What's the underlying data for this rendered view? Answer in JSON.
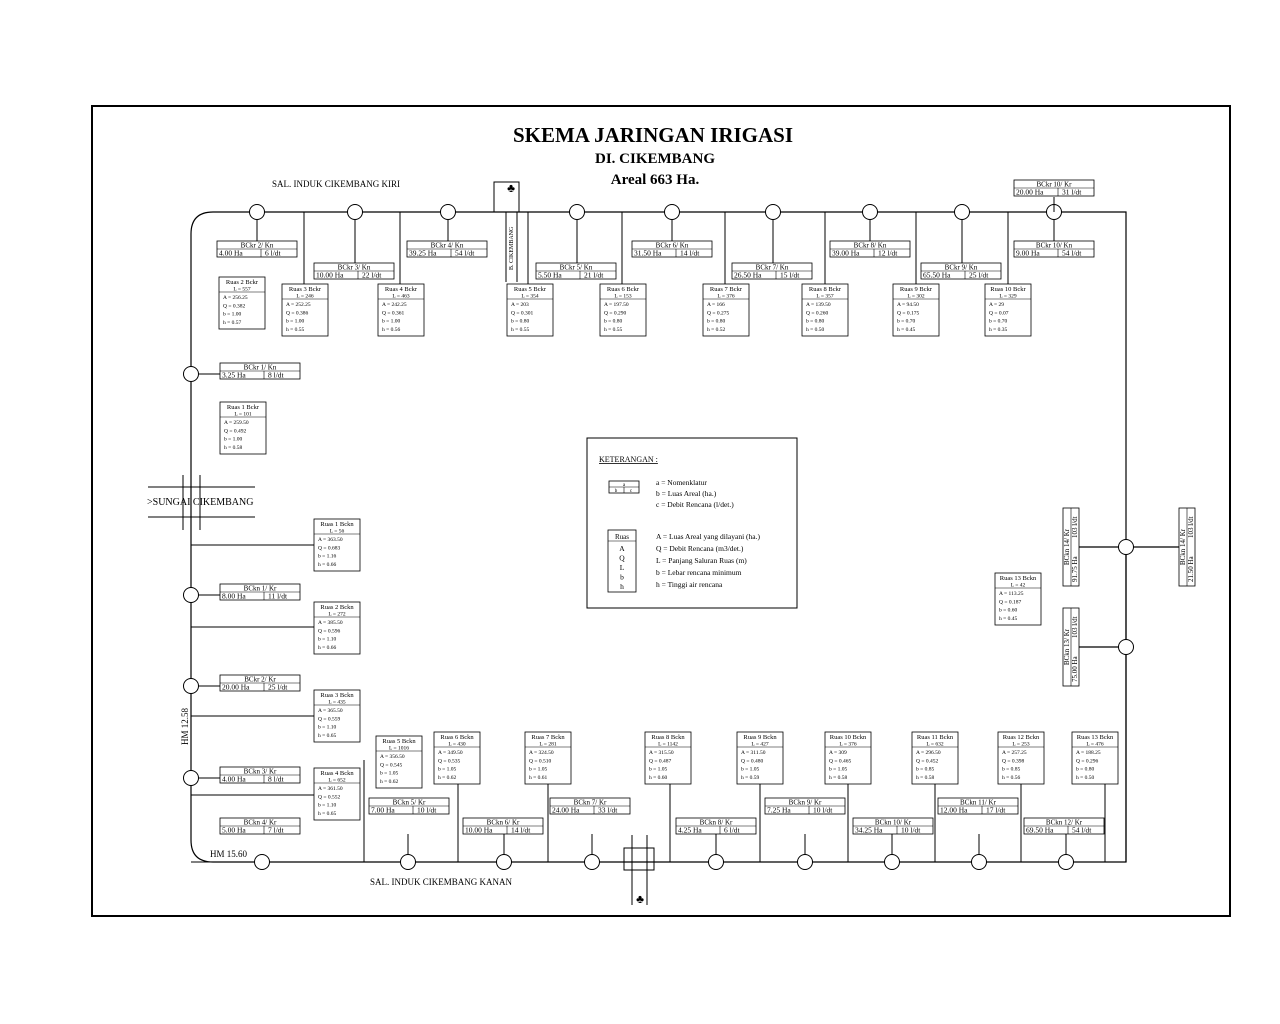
{
  "title": "SKEMA JARINGAN IRIGASI",
  "subtitle": "DI. CIKEMBANG",
  "area": "Areal 663 Ha.",
  "main_canals": {
    "left": "SAL. INDUK CIKEMBANG KIRI",
    "right": "SAL. INDUK CIKEMBANG KANAN",
    "river": ">SUNGAI CIKEMBANG",
    "weir": "B. CIKEMBANG",
    "bm_left": "HM 12.58",
    "bm_bottom": "HM 15.60"
  },
  "legend": {
    "title": "KETERANGAN :",
    "box1": {
      "a": "a",
      "b": "b",
      "c": "c"
    },
    "box1_items": [
      "a  =  Nomenklatur",
      "b  =  Luas Areal (ha.)",
      "c  =  Debit Rencana (l/det.)"
    ],
    "box2_title": "Ruas",
    "box2_letters": [
      "A",
      "Q",
      "L",
      "b",
      "h"
    ],
    "box2_items": [
      "A  =  Luas Areal yang dilayani (ha.)",
      "Q  =  Debit Rencana (m3/det.)",
      "L  =  Panjang Saluran Ruas (m)",
      "b  =  Lebar rencana minimum",
      "h  =  Tinggi air rencana"
    ]
  },
  "top_buildings": [
    {
      "name": "BCkr 2/ Kn",
      "area": "4.00 Ha",
      "flow": "6 l/dt"
    },
    {
      "name": "BCkr 3/ Kn",
      "area": "10.00 Ha",
      "flow": "22 l/dt"
    },
    {
      "name": "BCkr 4/ Kn",
      "area": "39.25 Ha",
      "flow": "54 l/dt"
    },
    {
      "name": "BCkr 5/ Kn",
      "area": "5.50 Ha",
      "flow": "21 l/dt"
    },
    {
      "name": "BCkr 6/ Kn",
      "area": "31.50 Ha",
      "flow": "14 l/dt"
    },
    {
      "name": "BCkr 7/ Kn",
      "area": "26.50 Ha",
      "flow": "15 l/dt"
    },
    {
      "name": "BCkr 8/ Kn",
      "area": "39.00 Ha",
      "flow": "12 l/dt"
    },
    {
      "name": "BCkr 9/ Kn",
      "area": "65.50 Ha",
      "flow": "25 l/dt"
    },
    {
      "name": "BCkr 10/ Kn",
      "area": "9.00 Ha",
      "flow": "54 l/dt"
    },
    {
      "name": "BCkr 10/ Kr",
      "area": "20.00 Ha",
      "flow": "31 l/dt"
    }
  ],
  "top_segments": [
    {
      "name": "Ruas 2 Bckr",
      "L": "L = 557",
      "A": "A = 256.25",
      "Q": "Q = 0.382",
      "b": "b = 1.00",
      "h": "h = 0.57"
    },
    {
      "name": "Ruas 3 Bckr",
      "L": "L = 246",
      "A": "A = 252.25",
      "Q": "Q = 0.386",
      "b": "b = 1.00",
      "h": "h = 0.55"
    },
    {
      "name": "Ruas 4 Bckr",
      "L": "L = 463",
      "A": "A = 242.25",
      "Q": "Q = 0.361",
      "b": "b = 1.00",
      "h": "h = 0.56"
    },
    {
      "name": "Ruas 5 Bckr",
      "L": "L = 354",
      "A": "A = 203",
      "Q": "Q = 0.301",
      "b": "b = 0.80",
      "h": "h = 0.55"
    },
    {
      "name": "Ruas 6 Bckr",
      "L": "L = 153",
      "A": "A = 197.50",
      "Q": "Q = 0.290",
      "b": "b = 0.80",
      "h": "h = 0.55"
    },
    {
      "name": "Ruas 7 Bckr",
      "L": "L = 376",
      "A": "A = 166",
      "Q": "Q = 0.275",
      "b": "b = 0.80",
      "h": "h = 0.52"
    },
    {
      "name": "Ruas 8 Bckr",
      "L": "L = 357",
      "A": "A = 139.50",
      "Q": "Q = 0.260",
      "b": "b = 0.80",
      "h": "h = 0.50"
    },
    {
      "name": "Ruas 9 Bckr",
      "L": "L = 302",
      "A": "A = 94.50",
      "Q": "Q = 0.175",
      "b": "b = 0.70",
      "h": "h = 0.45"
    },
    {
      "name": "Ruas 10 Bckr",
      "L": "L = 329",
      "A": "A = 29",
      "Q": "Q = 0.07",
      "b": "b = 0.70",
      "h": "h = 0.35"
    }
  ],
  "left_buildings": [
    {
      "name": "BCkr 1/ Kn",
      "area": "3.25 Ha",
      "flow": "8 l/dt"
    },
    {
      "name": "BCkn 1/ Kr",
      "area": "8.00 Ha",
      "flow": "11 l/dt"
    },
    {
      "name": "BCkr 2/ Kr",
      "area": "20.00 Ha",
      "flow": "25 l/dt"
    },
    {
      "name": "BCkn 3/ Kr",
      "area": "4.00 Ha",
      "flow": "8 l/dt"
    },
    {
      "name": "BCkn 4/ Kr",
      "area": "5.00 Ha",
      "flow": "7 l/dt"
    }
  ],
  "left_segments": [
    {
      "name": "Ruas 1 Bckr",
      "L": "L = 101",
      "A": "A = 259.50",
      "Q": "Q = 0.492",
      "b": "b = 1.00",
      "h": "h = 0.58"
    },
    {
      "name": "Ruas 1 Bckn",
      "L": "L = 56",
      "A": "A = 363.50",
      "Q": "Q = 0.683",
      "b": "b = 1.16",
      "h": "h = 0.66"
    },
    {
      "name": "Ruas 2 Bckn",
      "L": "L = 272",
      "A": "A = 385.50",
      "Q": "Q = 0.596",
      "b": "b = 1.10",
      "h": "h = 0.66"
    },
    {
      "name": "Ruas 3 Bckn",
      "L": "L = 435",
      "A": "A = 365.50",
      "Q": "Q = 0.559",
      "b": "b = 1.10",
      "h": "h = 0.65"
    },
    {
      "name": "Ruas 4 Bckn",
      "L": "L = 652",
      "A": "A = 361.50",
      "Q": "Q = 0.552",
      "b": "b = 1.10",
      "h": "h = 0.65"
    }
  ],
  "bottom_buildings": [
    {
      "name": "BCkn 5/ Kr",
      "area": "7.00 Ha",
      "flow": "10 l/dt"
    },
    {
      "name": "BCkn 6/ Kr",
      "area": "10.00 Ha",
      "flow": "14 l/dt"
    },
    {
      "name": "BCkn 7/ Kr",
      "area": "24.00 Ha",
      "flow": "33 l/dt"
    },
    {
      "name": "BCkn 8/ Kr",
      "area": "4.25 Ha",
      "flow": "6 l/dt"
    },
    {
      "name": "BCkn 9/ Kr",
      "area": "7.25 Ha",
      "flow": "10 l/dt"
    },
    {
      "name": "BCkn 10/ Kr",
      "area": "34.25 Ha",
      "flow": "10 l/dt"
    },
    {
      "name": "BCkn 11/ Kr",
      "area": "12.00 Ha",
      "flow": "17 l/dt"
    },
    {
      "name": "BCkn 12/ Kr",
      "area": "69.50 Ha",
      "flow": "54 l/dt"
    }
  ],
  "bottom_segments": [
    {
      "name": "Ruas 5 Bckn",
      "L": "L = 1016",
      "A": "A = 356.50",
      "Q": "Q = 0.545",
      "b": "b = 1.05",
      "h": "h = 0.62"
    },
    {
      "name": "Ruas 6 Bckn",
      "L": "L = 430",
      "A": "A = 349.50",
      "Q": "Q = 0.535",
      "b": "b = 1.05",
      "h": "h = 0.62"
    },
    {
      "name": "Ruas 7 Bckn",
      "L": "L = 281",
      "A": "A = 324.50",
      "Q": "Q = 0.510",
      "b": "b = 1.05",
      "h": "h = 0.61"
    },
    {
      "name": "Ruas 8 Bckn",
      "L": "L = 1142",
      "A": "A = 315.50",
      "Q": "Q = 0.487",
      "b": "b = 1.05",
      "h": "h = 0.60"
    },
    {
      "name": "Ruas 9 Bckn",
      "L": "L = 427",
      "A": "A = 311.50",
      "Q": "Q = 0.480",
      "b": "b = 1.05",
      "h": "h = 0.59"
    },
    {
      "name": "Ruas 10 Bckn",
      "L": "L = 376",
      "A": "A = 309",
      "Q": "Q = 0.465",
      "b": "b = 1.05",
      "h": "h = 0.58"
    },
    {
      "name": "Ruas 11 Bckn",
      "L": "L = 632",
      "A": "A = 296.50",
      "Q": "Q = 0.452",
      "b": "b = 0.85",
      "h": "h = 0.58"
    },
    {
      "name": "Ruas 12 Bckn",
      "L": "L = 253",
      "A": "A = 257.25",
      "Q": "Q = 0.398",
      "b": "b = 0.85",
      "h": "h = 0.56"
    },
    {
      "name": "Ruas 13 Bckn",
      "L": "L = 476",
      "A": "A = 188.25",
      "Q": "Q = 0.296",
      "b": "b = 0.80",
      "h": "h = 0.50"
    }
  ],
  "right_buildings": [
    {
      "name": "BCkn 13/ Kr",
      "area": "75.00 Ha",
      "flow": "103 l/dt"
    },
    {
      "name": "BCkn 14/ Kr",
      "area": "91.75 Ha",
      "flow": "103 l/dt"
    },
    {
      "name": "BCkn 14/ Kr",
      "area": "21.50 Ha",
      "flow": "103 l/dt"
    }
  ],
  "right_segment": {
    "name": "Ruas 13 Bckn",
    "L": "L = 42",
    "A": "A = 113.25",
    "Q": "Q = 0.187",
    "b": "b = 0.60",
    "h": "h = 0.45"
  }
}
